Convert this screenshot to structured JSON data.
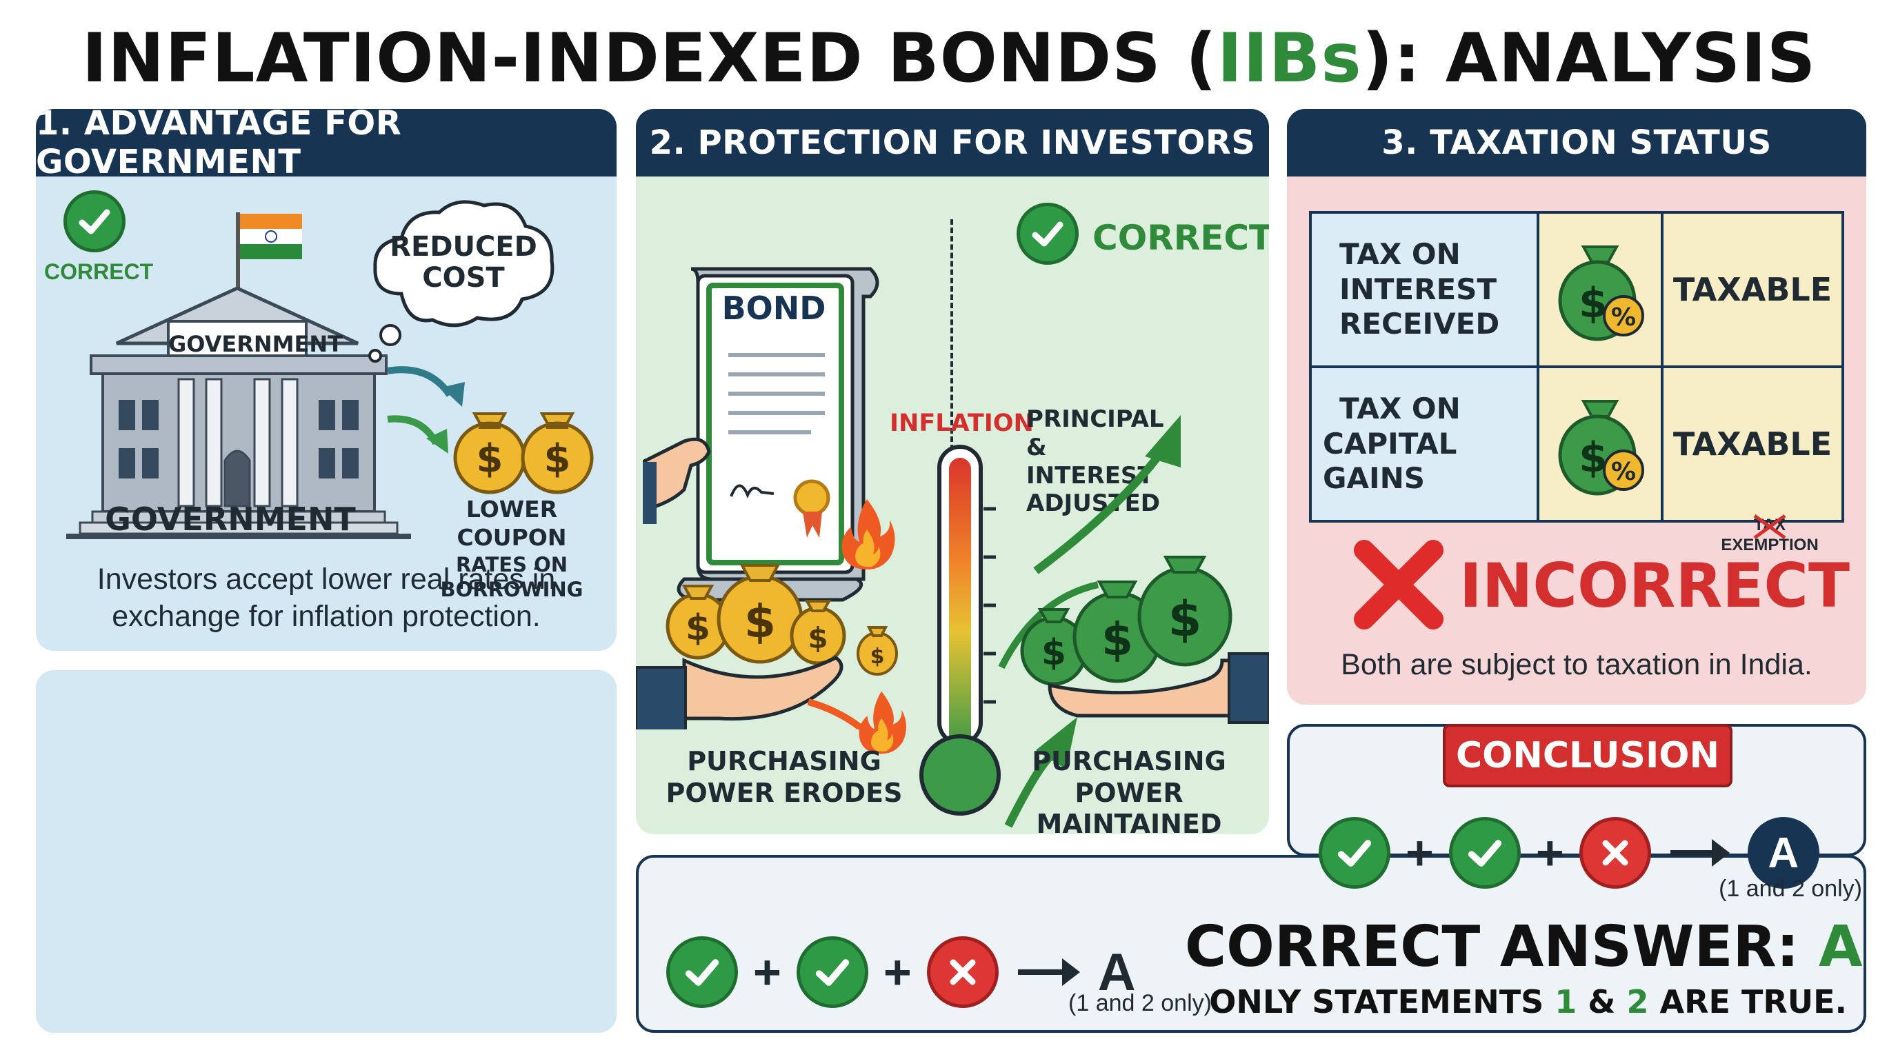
{
  "title": {
    "prefix": "INFLATION-INDEXED BONDS (",
    "accent": "IIBs",
    "suffix": "): ANALYSIS"
  },
  "colors": {
    "navy": "#173553",
    "green": "#2f8a3a",
    "red": "#d32f2f",
    "gold": "#e8b431"
  },
  "panel1": {
    "heading": "1. ADVANTAGE FOR GOVERNMENT",
    "verdict": "CORRECT",
    "building_sign": "GOVERNMENT",
    "building_caption": "GOVERNMENT",
    "thought": [
      "REDUCED",
      "COST"
    ],
    "coupon_caption": [
      "LOWER COUPON",
      "RATES ON BORROWING"
    ],
    "explanation": [
      "Investors accept lower real rates in",
      "exchange for inflation protection."
    ],
    "icons": [
      "check-icon",
      "india-flag-icon",
      "government-building-icon",
      "money-bag-icon",
      "arrow-icon"
    ]
  },
  "panel2": {
    "heading": "2. PROTECTION FOR INVESTORS",
    "verdict": "CORRECT",
    "bond_label": "BOND",
    "inflation_label": "INFLATION",
    "adjusted_label": [
      "PRINCIPAL",
      "& INTEREST",
      "ADJUSTED"
    ],
    "left_caption": [
      "PURCHASING",
      "POWER ERODES"
    ],
    "right_caption": [
      "PURCHASING POWER",
      "MAINTAINED"
    ],
    "icons": [
      "bond-certificate-icon",
      "thermometer-icon",
      "fire-icon",
      "money-bag-icon",
      "hand-icon",
      "trend-arrow-icon"
    ]
  },
  "panel3": {
    "heading": "3. TAXATION STATUS",
    "rows": [
      {
        "item": [
          "TAX ON",
          "INTEREST",
          "RECEIVED"
        ],
        "status": "TAXABLE"
      },
      {
        "item": [
          "TAX ON",
          "CAPITAL GAINS"
        ],
        "status": "TAXABLE"
      }
    ],
    "struck_note": [
      "TAX",
      "EXEMPTION"
    ],
    "verdict": "INCORRECT",
    "explanation": "Both are subject to taxation in India.",
    "icons": [
      "tax-money-bag-icon",
      "cross-icon"
    ]
  },
  "conclusion": {
    "badge": "CONCLUSION",
    "plus": "+",
    "answer_letter": "A",
    "answer_note": "(1 and 2 only)"
  },
  "answer": {
    "plus": "+",
    "letter": "A",
    "note": "(1 and 2 only)",
    "heading_prefix": "CORRECT ANSWER: ",
    "heading_letter": "A",
    "statement_prefix": "ONLY STATEMENTS ",
    "num1": "1",
    "amp": " & ",
    "num2": "2",
    "statement_suffix": " ARE TRUE."
  }
}
